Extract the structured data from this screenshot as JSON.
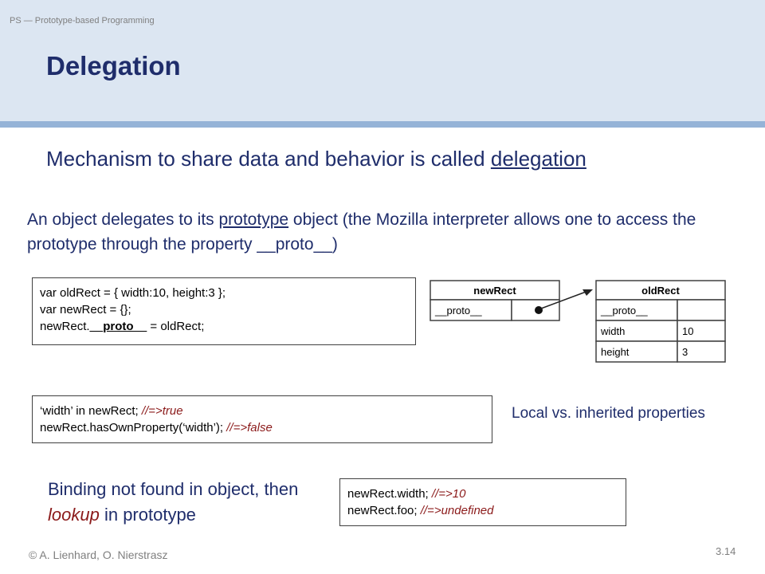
{
  "header": {
    "course": "PS — Prototype-based Programming",
    "title": "Delegation"
  },
  "headline": {
    "prefix": "Mechanism to share data and behavior is called ",
    "term": "delegation"
  },
  "paragraph": {
    "part1": "An object delegates to its ",
    "term": "prototype",
    "part2": " object (the Mozilla interpreter allows one to access the prototype through the property __proto__)"
  },
  "code1": {
    "line1": "var oldRect = { width:10, height:3 };",
    "line2": "var newRect = {};",
    "line3_prefix": "newRect.",
    "line3_bold": "__proto__",
    "line3_suffix": " = oldRect;"
  },
  "diagram": {
    "newRect_title": "newRect",
    "newRect_field": "__proto__",
    "oldRect_title": "oldRect",
    "oldRect_rows": [
      {
        "key": "__proto__",
        "value": ""
      },
      {
        "key": "width",
        "value": "10"
      },
      {
        "key": "height",
        "value": "3"
      }
    ]
  },
  "code2": {
    "line1_code": "‘width’ in newRect; ",
    "line1_comment": "//=>true",
    "line2_code": "newRect.hasOwnProperty(‘width’); ",
    "line2_comment": "//=>false"
  },
  "note": "Local vs. inherited properties",
  "binding": {
    "part1": "Binding not found in object, then ",
    "term": "lookup",
    "part2": " in prototype"
  },
  "code3": {
    "line1_code": "newRect.width; ",
    "line1_comment": "//=>10",
    "line2_code": "newRect.foo; ",
    "line2_comment": "//=>undefined"
  },
  "footer": {
    "authors": "© A. Lienhard, O. Nierstrasz",
    "page": "3.14"
  },
  "colors": {
    "header_bg": "#dce6f2",
    "stripe": "#95b3d7",
    "title": "#1f2d6b",
    "comment": "#8b1a1a"
  }
}
